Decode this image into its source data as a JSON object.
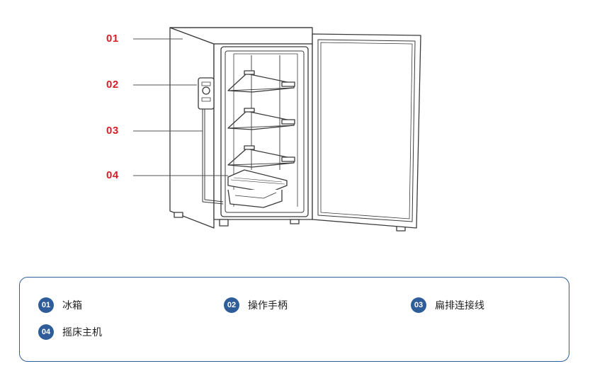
{
  "callouts": [
    {
      "num": "01"
    },
    {
      "num": "02"
    },
    {
      "num": "03"
    },
    {
      "num": "04"
    }
  ],
  "legend": [
    {
      "num": "01",
      "label": "冰箱"
    },
    {
      "num": "02",
      "label": "操作手柄"
    },
    {
      "num": "03",
      "label": "扁排连接线"
    },
    {
      "num": "04",
      "label": "摇床主机"
    }
  ],
  "colors": {
    "callout": "#d0202a",
    "badge": "#2f5d9a",
    "frame": "#2f5d9a",
    "line": "#333333"
  }
}
